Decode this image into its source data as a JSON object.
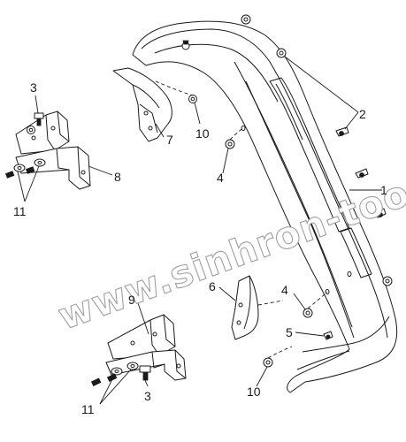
{
  "diagram": {
    "watermark": "www.sinhron-too.kz",
    "callouts": {
      "c1": "1",
      "c2": "2",
      "c3_top": "3",
      "c3_bottom": "3",
      "c4_left": "4",
      "c4_right": "4",
      "c5": "5",
      "c6": "6",
      "c7": "7",
      "c8": "8",
      "c9": "9",
      "c10_top": "10",
      "c10_bottom": "10",
      "c11_top": "11",
      "c11_bottom": "11"
    }
  }
}
